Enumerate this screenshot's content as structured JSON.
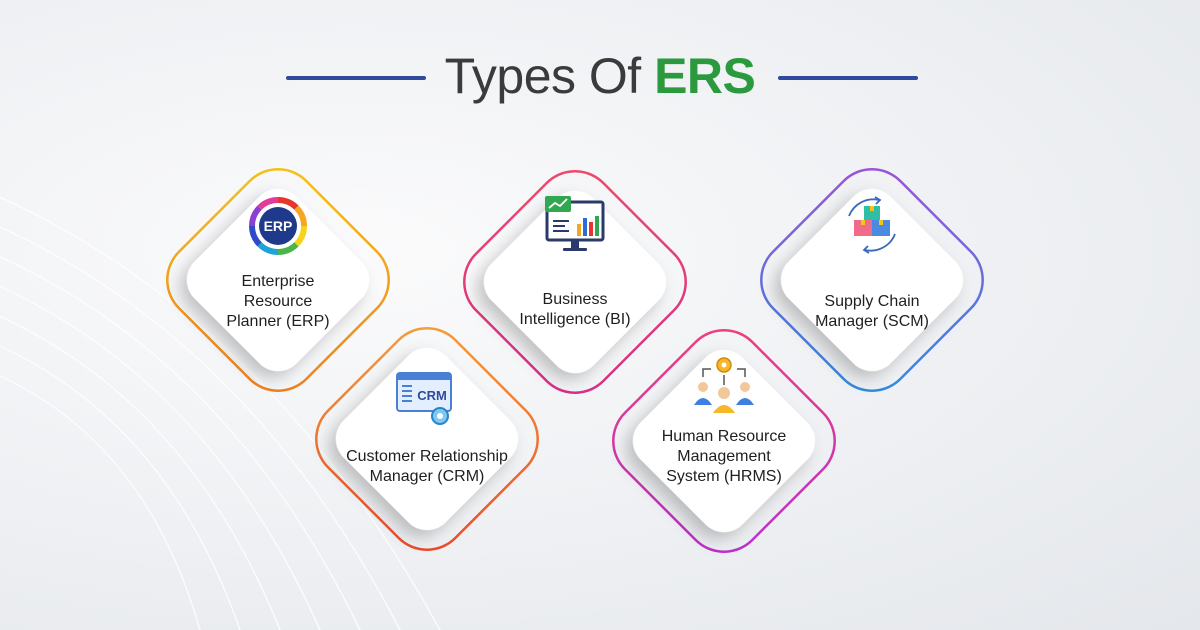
{
  "title": {
    "prefix": "Types Of ",
    "accent": "ERS"
  },
  "colors": {
    "title_line": "#2f4a9c",
    "accent_green": "#2b9a3e",
    "erp_border": "#f2a020",
    "bi_border": "#e8356b",
    "scm_border": "#6b5fd0",
    "crm_border": "#ee6a2a",
    "hrms_border": "#d6308c"
  },
  "cards": [
    {
      "id": "erp",
      "icon": "erp-ring-icon",
      "icon_text": "ERP",
      "lines": [
        "Enterprise",
        "Resource",
        "Planner (ERP)"
      ]
    },
    {
      "id": "bi",
      "icon": "bi-dashboard-icon",
      "lines": [
        "Business",
        "Intelligence (BI)"
      ]
    },
    {
      "id": "scm",
      "icon": "supply-boxes-icon",
      "lines": [
        "Supply Chain",
        "Manager (SCM)"
      ]
    },
    {
      "id": "crm",
      "icon": "crm-window-icon",
      "icon_text": "CRM",
      "lines": [
        "Customer Relationship",
        "Manager (CRM)"
      ]
    },
    {
      "id": "hrms",
      "icon": "hr-team-icon",
      "lines": [
        "Human Resource",
        "Management",
        "System (HRMS)"
      ]
    }
  ]
}
